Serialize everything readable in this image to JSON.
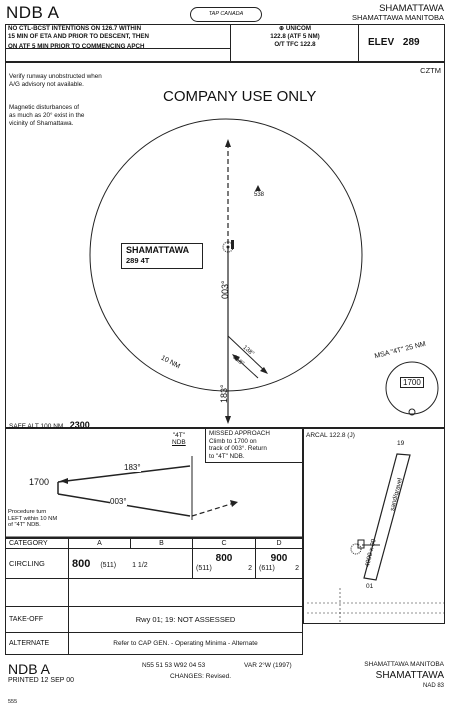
{
  "header": {
    "title": "NDB A",
    "logo_text": "TAP CANADA",
    "city_top": "SHAMATTAWA",
    "city_sub": "SHAMATTAWA MANITOBA",
    "intent_lines": [
      "NO CTL-BCST INTENTIONS ON 126.7 WITHIN",
      "15 MIN OF ETA AND PRIOR TO DESCENT, THEN",
      "ON ATF 5 MIN PRIOR TO COMMENCING APCH"
    ],
    "unicom_lines": [
      "UNICOM",
      "122.8 (ATF 5 NM)",
      "O/T TFC 122.8"
    ],
    "elev_label": "ELEV",
    "elev_value": "289",
    "ident": "CZTM"
  },
  "plan": {
    "note1": [
      "Verify runway unobstructed when",
      "A/G advisory not available."
    ],
    "note2": [
      "Magnetic disturbances of",
      "as much as 20° exist in the",
      "vicinity of Shamattawa."
    ],
    "company": "COMPANY USE ONLY",
    "obstacle": "538",
    "station_name": "SHAMATTAWA",
    "station_freq": "289 4T",
    "inbound_course": "003°",
    "outbound_course": "183°",
    "radius_label": "10 NM",
    "turn_out": "138°",
    "turn_in": "318°",
    "msa_label": "MSA \"4T\" 25 NM",
    "msa_value": "1700",
    "safe_alt_label": "SAFE ALT 100 NM",
    "safe_alt_value": "2300"
  },
  "profile": {
    "ndb_label_lines": [
      "\"4T\"",
      "NDB"
    ],
    "missed_lines": [
      "MISSED APPROACH",
      "Climb to 1700 on",
      "track of 003°. Return",
      "to \"4T\" NDB."
    ],
    "alt_1700": "1700",
    "course_183": "183°",
    "course_003": "003°",
    "procedure_lines": [
      "Procedure turn",
      "LEFT within 10 NM",
      "of \"4T\" NDB."
    ]
  },
  "aerodrome": {
    "arcal": "ARCAL 122.8 (J)",
    "rwy_top": "19",
    "rwy_bottom": "01",
    "surface": "sand/gravel",
    "dims": "4000 x 90"
  },
  "minima": {
    "headers": [
      "CATEGORY",
      "A",
      "B",
      "C",
      "D"
    ],
    "circling_label": "CIRCLING",
    "a": "800",
    "a_haa": "(511)",
    "b_vis": "1 1/2",
    "c": "800",
    "c_haa": "(511)",
    "c_vis": "2",
    "d": "900",
    "d_haa": "(611)",
    "d_vis": "2",
    "takeoff_label": "TAKE-OFF",
    "takeoff_value": "Rwy 01; 19:  NOT ASSESSED",
    "alternate_label": "ALTERNATE",
    "alternate_value": "Refer to CAP GEN. - Operating Minima - Alternate"
  },
  "footer": {
    "title": "NDB A",
    "coords": "N55 51 53  W92 04 53",
    "var": "VAR 2°W (1997)",
    "location": "SHAMATTAWA MANITOBA",
    "printed": "PRINTED 12 SEP 00",
    "changes": "CHANGES: Revised.",
    "city": "SHAMATTAWA",
    "datum": "NAD 83",
    "code": "555"
  }
}
